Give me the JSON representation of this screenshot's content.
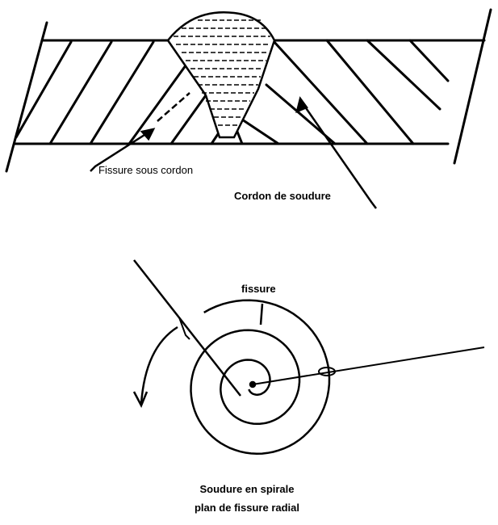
{
  "top_figure": {
    "label_crack": "Fissure sous cordon",
    "label_bead": "Cordon de soudure"
  },
  "bottom_figure": {
    "label_crack": "fissure",
    "caption_line1": "Soudure en spirale",
    "caption_line2": "plan de fissure radial"
  }
}
